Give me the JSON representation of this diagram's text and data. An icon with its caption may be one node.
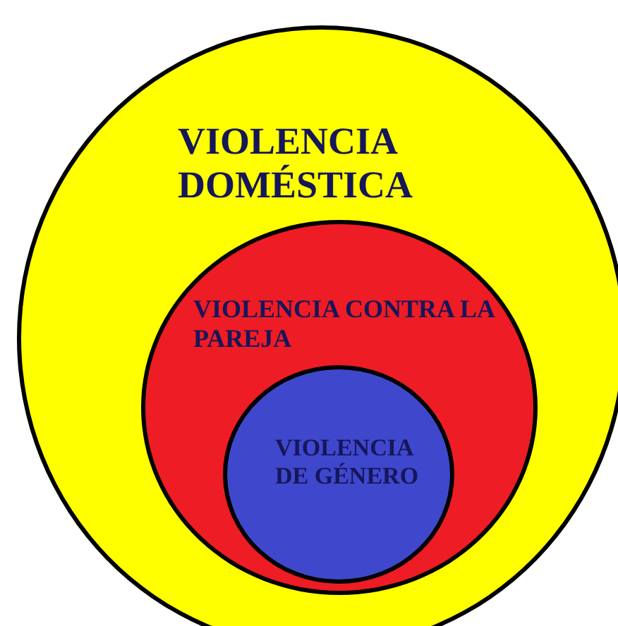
{
  "diagram": {
    "nodes": [
      {
        "text": [
          "VIOLENCIA DOMÉSTICA"
        ]
      },
      {
        "text": [
          "VIOLENCIA CONTRA LA PAREJA"
        ],
        "in": 0
      },
      {
        "text": [
          "VIOLENCIA DE GÉNERO"
        ],
        "in": 1
      }
    ]
  }
}
